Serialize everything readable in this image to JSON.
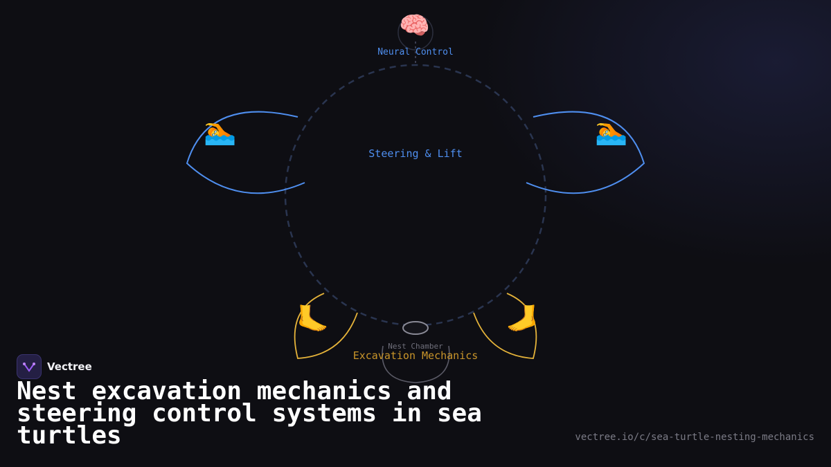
{
  "diagram": {
    "neural_label": "Neural Control",
    "steering_label": "Steering & Lift",
    "nest_label": "Nest Chamber",
    "excavation_label": "Excavation Mechanics",
    "icons": {
      "neural": "brain-icon",
      "front_flippers": "swimmer-icon",
      "rear_flippers": "foot-icon",
      "nest": "nest-hole-icon"
    },
    "colors": {
      "steering": "#4f8ff0",
      "excavation": "#e5b33a",
      "guide_circle": "#2a3550",
      "nest_outline": "#5a5a66"
    }
  },
  "brand": {
    "name": "Vectree"
  },
  "title": "Nest excavation mechanics and steering control systems in sea turtles",
  "url": "vectree.io/c/sea-turtle-nesting-mechanics"
}
